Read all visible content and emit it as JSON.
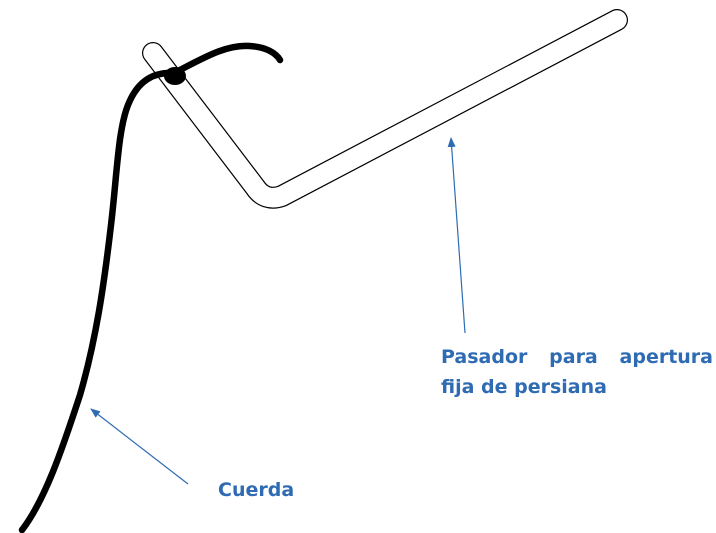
{
  "labels": {
    "pin": {
      "line1_words": [
        "Pasador",
        "para",
        "apertura"
      ],
      "line2": "fija de persiana"
    },
    "rope": "Cuerda"
  },
  "colors": {
    "label_text": "#2e6bb3",
    "leader_line": "#2e6bb3",
    "rope": "#000000",
    "pin_outline": "#000000",
    "pin_fill": "#ffffff"
  }
}
